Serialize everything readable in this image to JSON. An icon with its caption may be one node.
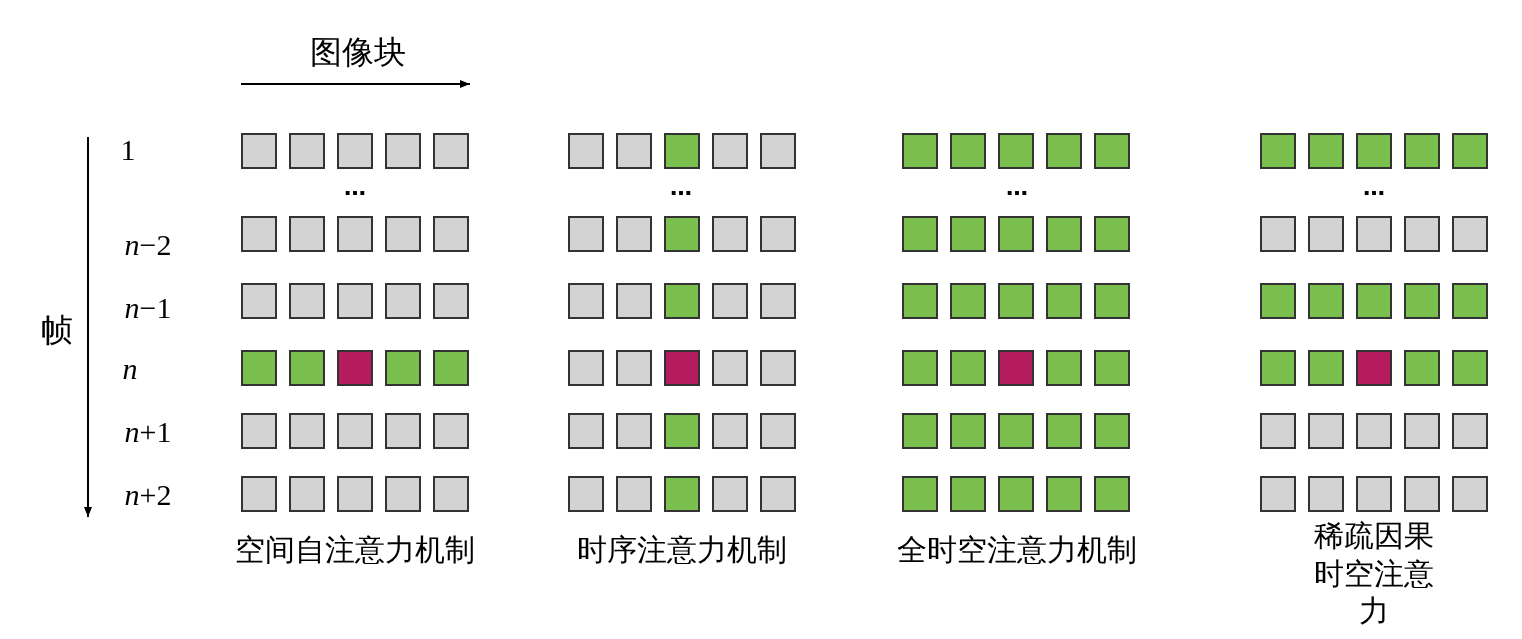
{
  "diagram": {
    "labels": [
      "图像块",
      "帧",
      "1",
      "*n*−2",
      "*n*−1",
      "n",
      "*n*+1",
      "*n*+2",
      "…",
      "…",
      "…",
      "…",
      "空间自注意力机制",
      "时序注意力机制",
      "全时空注意力机制",
      "稀疏因果时空注意力"
    ]
  }
}
